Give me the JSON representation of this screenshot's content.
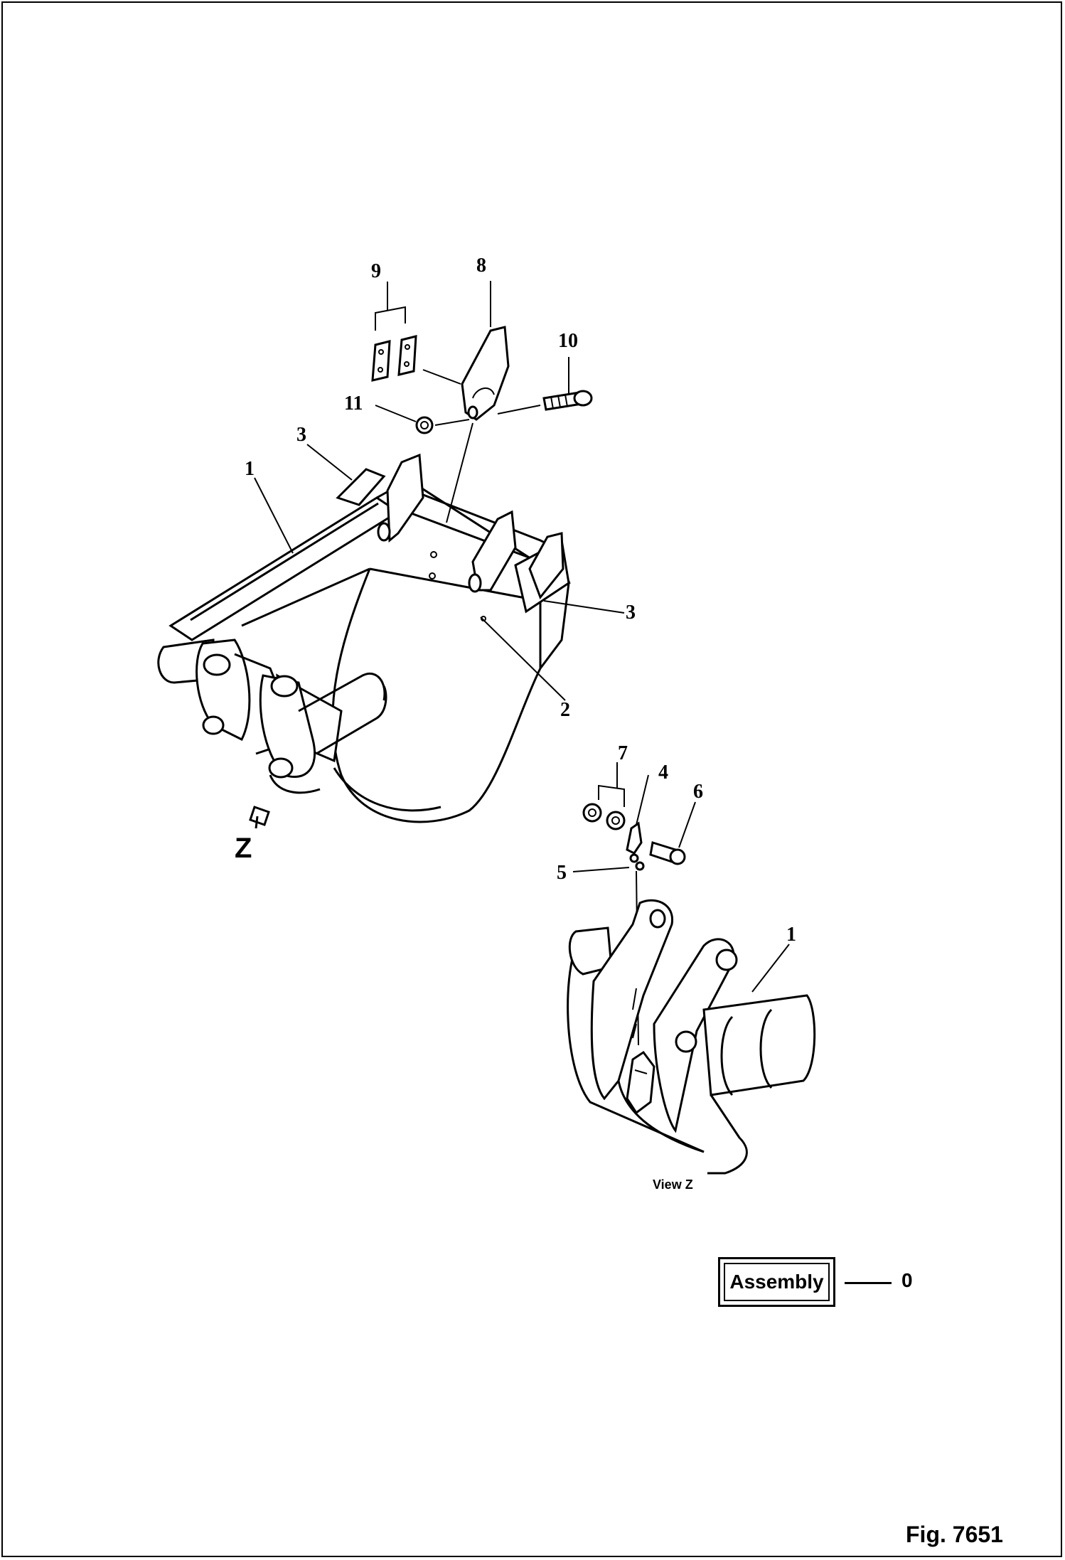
{
  "callouts": [
    "1",
    "2",
    "3",
    "4",
    "5",
    "6",
    "7",
    "8",
    "9",
    "10",
    "11"
  ],
  "view_marker": "Z",
  "view_caption": "View Z",
  "assembly": {
    "label": "Assembly",
    "value": "0"
  },
  "figure_label": "Fig. 7651"
}
